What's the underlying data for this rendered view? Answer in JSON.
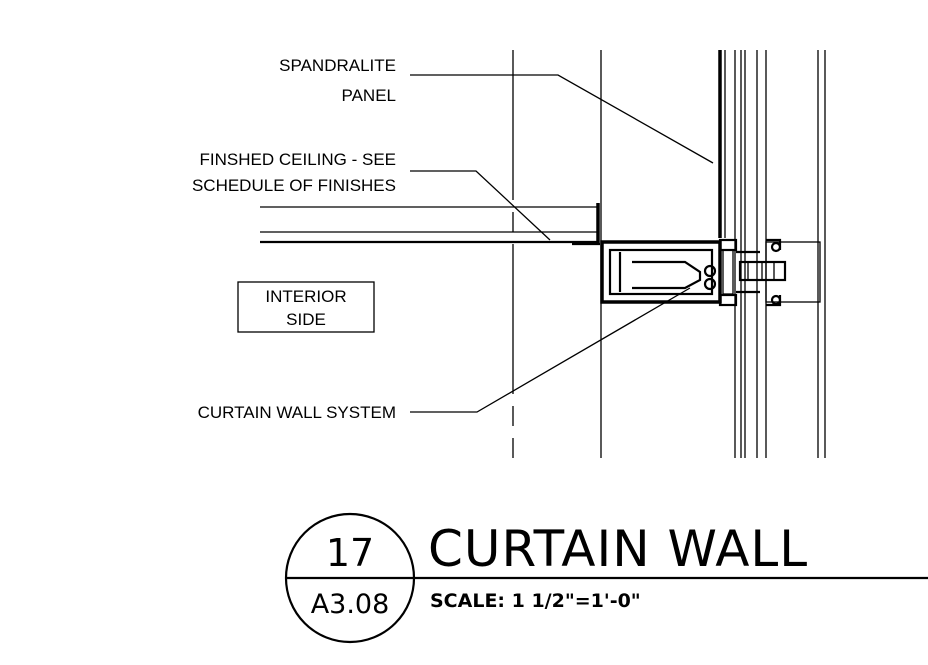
{
  "labels": {
    "spandralite_line1": "SPANDRALITE",
    "spandralite_line2": "PANEL",
    "ceiling_line1": "FINSHED CEILING - SEE",
    "ceiling_line2": "SCHEDULE OF FINISHES",
    "interior_line1": "INTERIOR",
    "interior_line2": "SIDE",
    "curtain_wall_system": "CURTAIN WALL SYSTEM"
  },
  "title_block": {
    "detail_number": "17",
    "sheet_number": "A3.08",
    "title": "CURTAIN WALL",
    "scale": "SCALE: 1 1/2\"=1'-0\""
  }
}
